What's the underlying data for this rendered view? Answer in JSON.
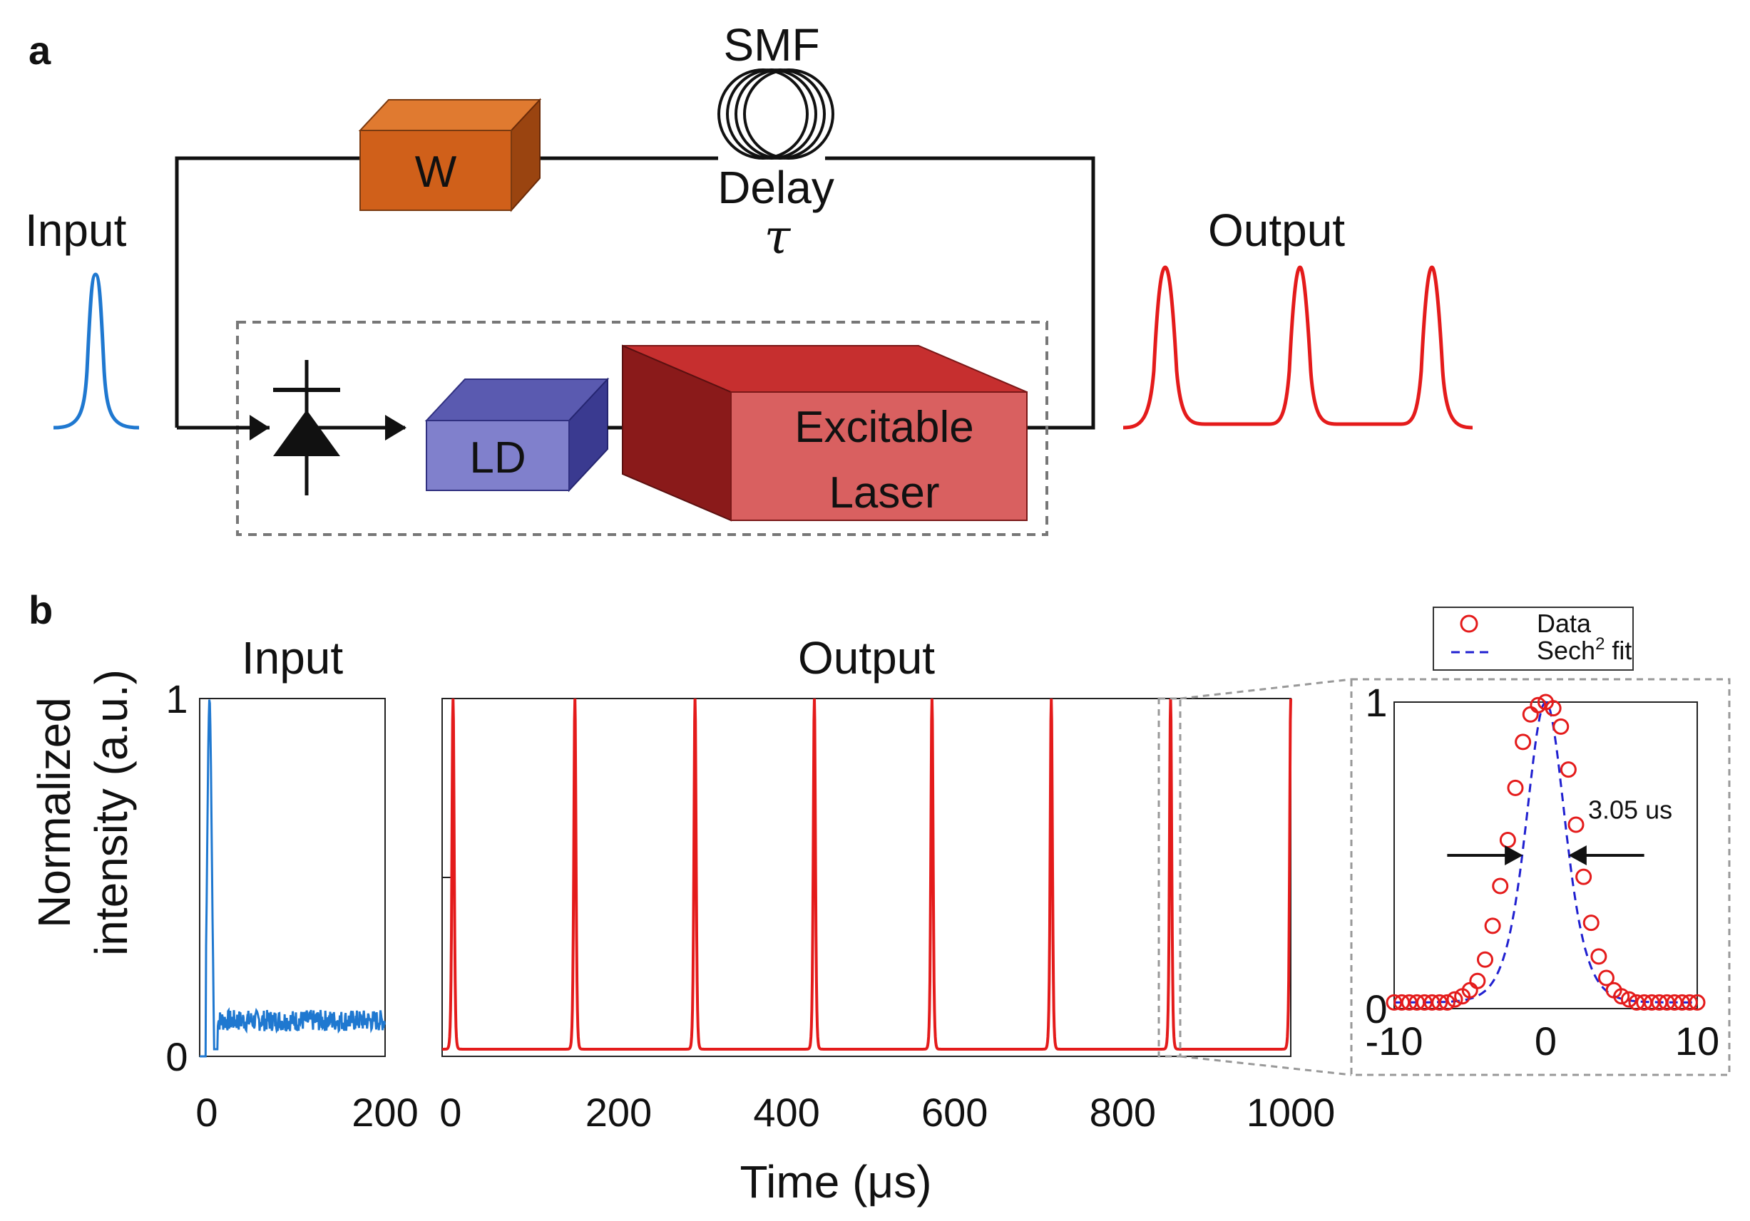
{
  "panel_a": {
    "letter": "a",
    "input_label": "Input",
    "output_label": "Output",
    "smf_label": "SMF",
    "delay_label": "Delay",
    "tau_label": "τ",
    "w_label": "W",
    "ld_label": "LD",
    "laser_label_line1": "Excitable",
    "laser_label_line2": "Laser",
    "colors": {
      "input_pulse": "#1f78d0",
      "output_pulse": "#e41b1b",
      "w_box": "#d0601a",
      "ld_box": "#8080cc",
      "laser_box": "#d03a3a"
    }
  },
  "panel_b": {
    "letter": "b",
    "ylabel_line1": "Normalized",
    "ylabel_line2": "intensity (a.u.)",
    "xlabel": "Time (μs)"
  },
  "chart_data": [
    {
      "type": "line",
      "title": "Input",
      "xlim": [
        -8,
        200
      ],
      "ylim": [
        0,
        1
      ],
      "xticks": [
        "0",
        "200"
      ],
      "yticks": [
        "0",
        "1"
      ],
      "series": [
        {
          "color": "#1f78d0",
          "pulse_center": 2,
          "pulse_peak": 1.0,
          "baseline": 0.1
        }
      ]
    },
    {
      "type": "line",
      "title": "Output",
      "xlim": [
        -10,
        1000
      ],
      "ylim": [
        0,
        1
      ],
      "xticks": [
        "0",
        "200",
        "400",
        "600",
        "800",
        "1000"
      ],
      "yticks": [
        "0",
        "1"
      ],
      "series": [
        {
          "color": "#e41b1b",
          "peak_times": [
            3,
            148,
            291,
            433,
            573,
            715,
            857,
            1000
          ],
          "pulse_peak": 1.0,
          "baseline": 0.02
        }
      ]
    },
    {
      "type": "scatter",
      "xlim": [
        -10,
        10
      ],
      "ylim": [
        0,
        1
      ],
      "xticks": [
        "-10",
        "0",
        "10"
      ],
      "yticks": [
        "0",
        "1"
      ],
      "annotation": "3.05 us",
      "legend": {
        "placement": "top",
        "entries": [
          "Data",
          "Sech",
          "2",
          " fit"
        ]
      },
      "series": [
        {
          "name": "Data",
          "marker": "circle",
          "color": "#e41b1b",
          "x": [
            -10,
            -9.5,
            -9,
            -8.5,
            -8,
            -7.5,
            -7,
            -6.5,
            -6,
            -5.5,
            -5,
            -4.5,
            -4,
            -3.5,
            -3,
            -2.5,
            -2,
            -1.5,
            -1,
            -0.5,
            0,
            0.5,
            1,
            1.5,
            2,
            2.5,
            3,
            3.5,
            4,
            4.5,
            5,
            5.5,
            6,
            6.5,
            7,
            7.5,
            8,
            8.5,
            9,
            9.5,
            10
          ],
          "y": [
            0.02,
            0.02,
            0.02,
            0.02,
            0.02,
            0.02,
            0.02,
            0.02,
            0.03,
            0.04,
            0.06,
            0.09,
            0.16,
            0.27,
            0.4,
            0.55,
            0.72,
            0.87,
            0.96,
            0.99,
            1.0,
            0.98,
            0.92,
            0.78,
            0.6,
            0.43,
            0.28,
            0.17,
            0.1,
            0.06,
            0.04,
            0.03,
            0.02,
            0.02,
            0.02,
            0.02,
            0.02,
            0.02,
            0.02,
            0.02,
            0.02
          ]
        },
        {
          "name": "Sech2 fit",
          "line": "dashed",
          "color": "#2020d0",
          "fwhm": 3.05,
          "peak": 1.0,
          "baseline": 0.02
        }
      ]
    }
  ]
}
